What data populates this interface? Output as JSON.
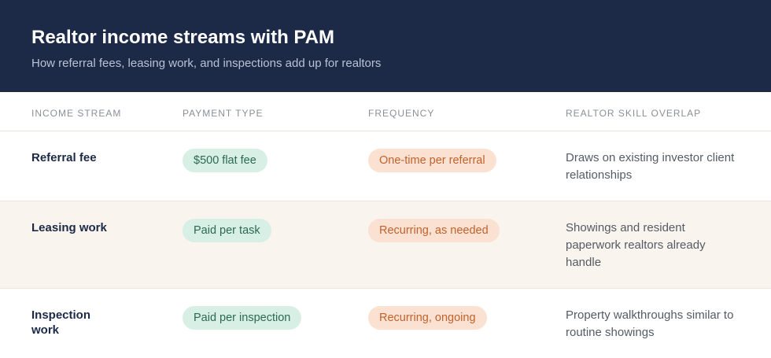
{
  "header": {
    "title": "Realtor income streams with PAM",
    "subtitle": "How referral fees, leasing work, and inspections add up for realtors"
  },
  "table": {
    "columns": [
      "INCOME STREAM",
      "PAYMENT TYPE",
      "FREQUENCY",
      "REALTOR SKILL OVERLAP"
    ],
    "rows": [
      {
        "stream": "Referral fee",
        "payment": "$500 flat fee",
        "frequency": "One-time per referral",
        "overlap": "Draws on existing investor client relationships"
      },
      {
        "stream": "Leasing work",
        "payment": "Paid per task",
        "frequency": "Recurring, as needed",
        "overlap": "Showings and resident paperwork realtors already handle"
      },
      {
        "stream": "Inspection work",
        "payment": "Paid per inspection",
        "frequency": "Recurring, ongoing",
        "overlap": "Property walkthroughs similar to routine showings"
      }
    ]
  },
  "colors": {
    "header_bg": "#1c2a47",
    "highlight_row_bg": "#f9f4ed",
    "payment_pill_bg": "#d8efe5",
    "payment_pill_text": "#2b6a50",
    "frequency_pill_bg": "#fbe1d2",
    "frequency_pill_text": "#c0622c"
  }
}
